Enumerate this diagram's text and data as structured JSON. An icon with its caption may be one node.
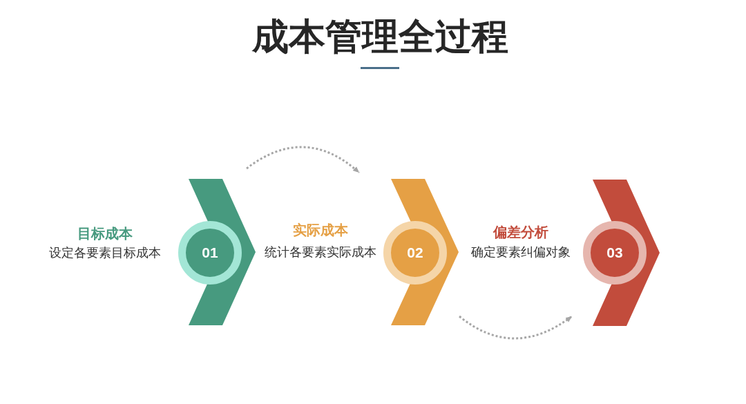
{
  "diagram": {
    "title": "成本管理全过程",
    "nodes": [
      {
        "text": [
          "01"
        ],
        "beside": [
          "目标成本",
          "设定各要素目标成本"
        ]
      },
      {
        "text": [],
        "shape": "chevron"
      },
      {
        "text": [
          "02"
        ],
        "beside": [
          "实际成本",
          "统计各要素实际成本"
        ]
      },
      {
        "text": [],
        "shape": "chevron"
      },
      {
        "text": [
          "03"
        ],
        "beside": [
          "偏差分析",
          "确定要素纠偏对象"
        ]
      },
      {
        "text": [],
        "shape": "chevron"
      }
    ],
    "edges": [
      {
        "from": 1,
        "to": 3,
        "arrow": "to",
        "style": "dashed"
      },
      {
        "from": 3,
        "to": 5,
        "arrow": "to",
        "style": "dashed"
      }
    ]
  }
}
